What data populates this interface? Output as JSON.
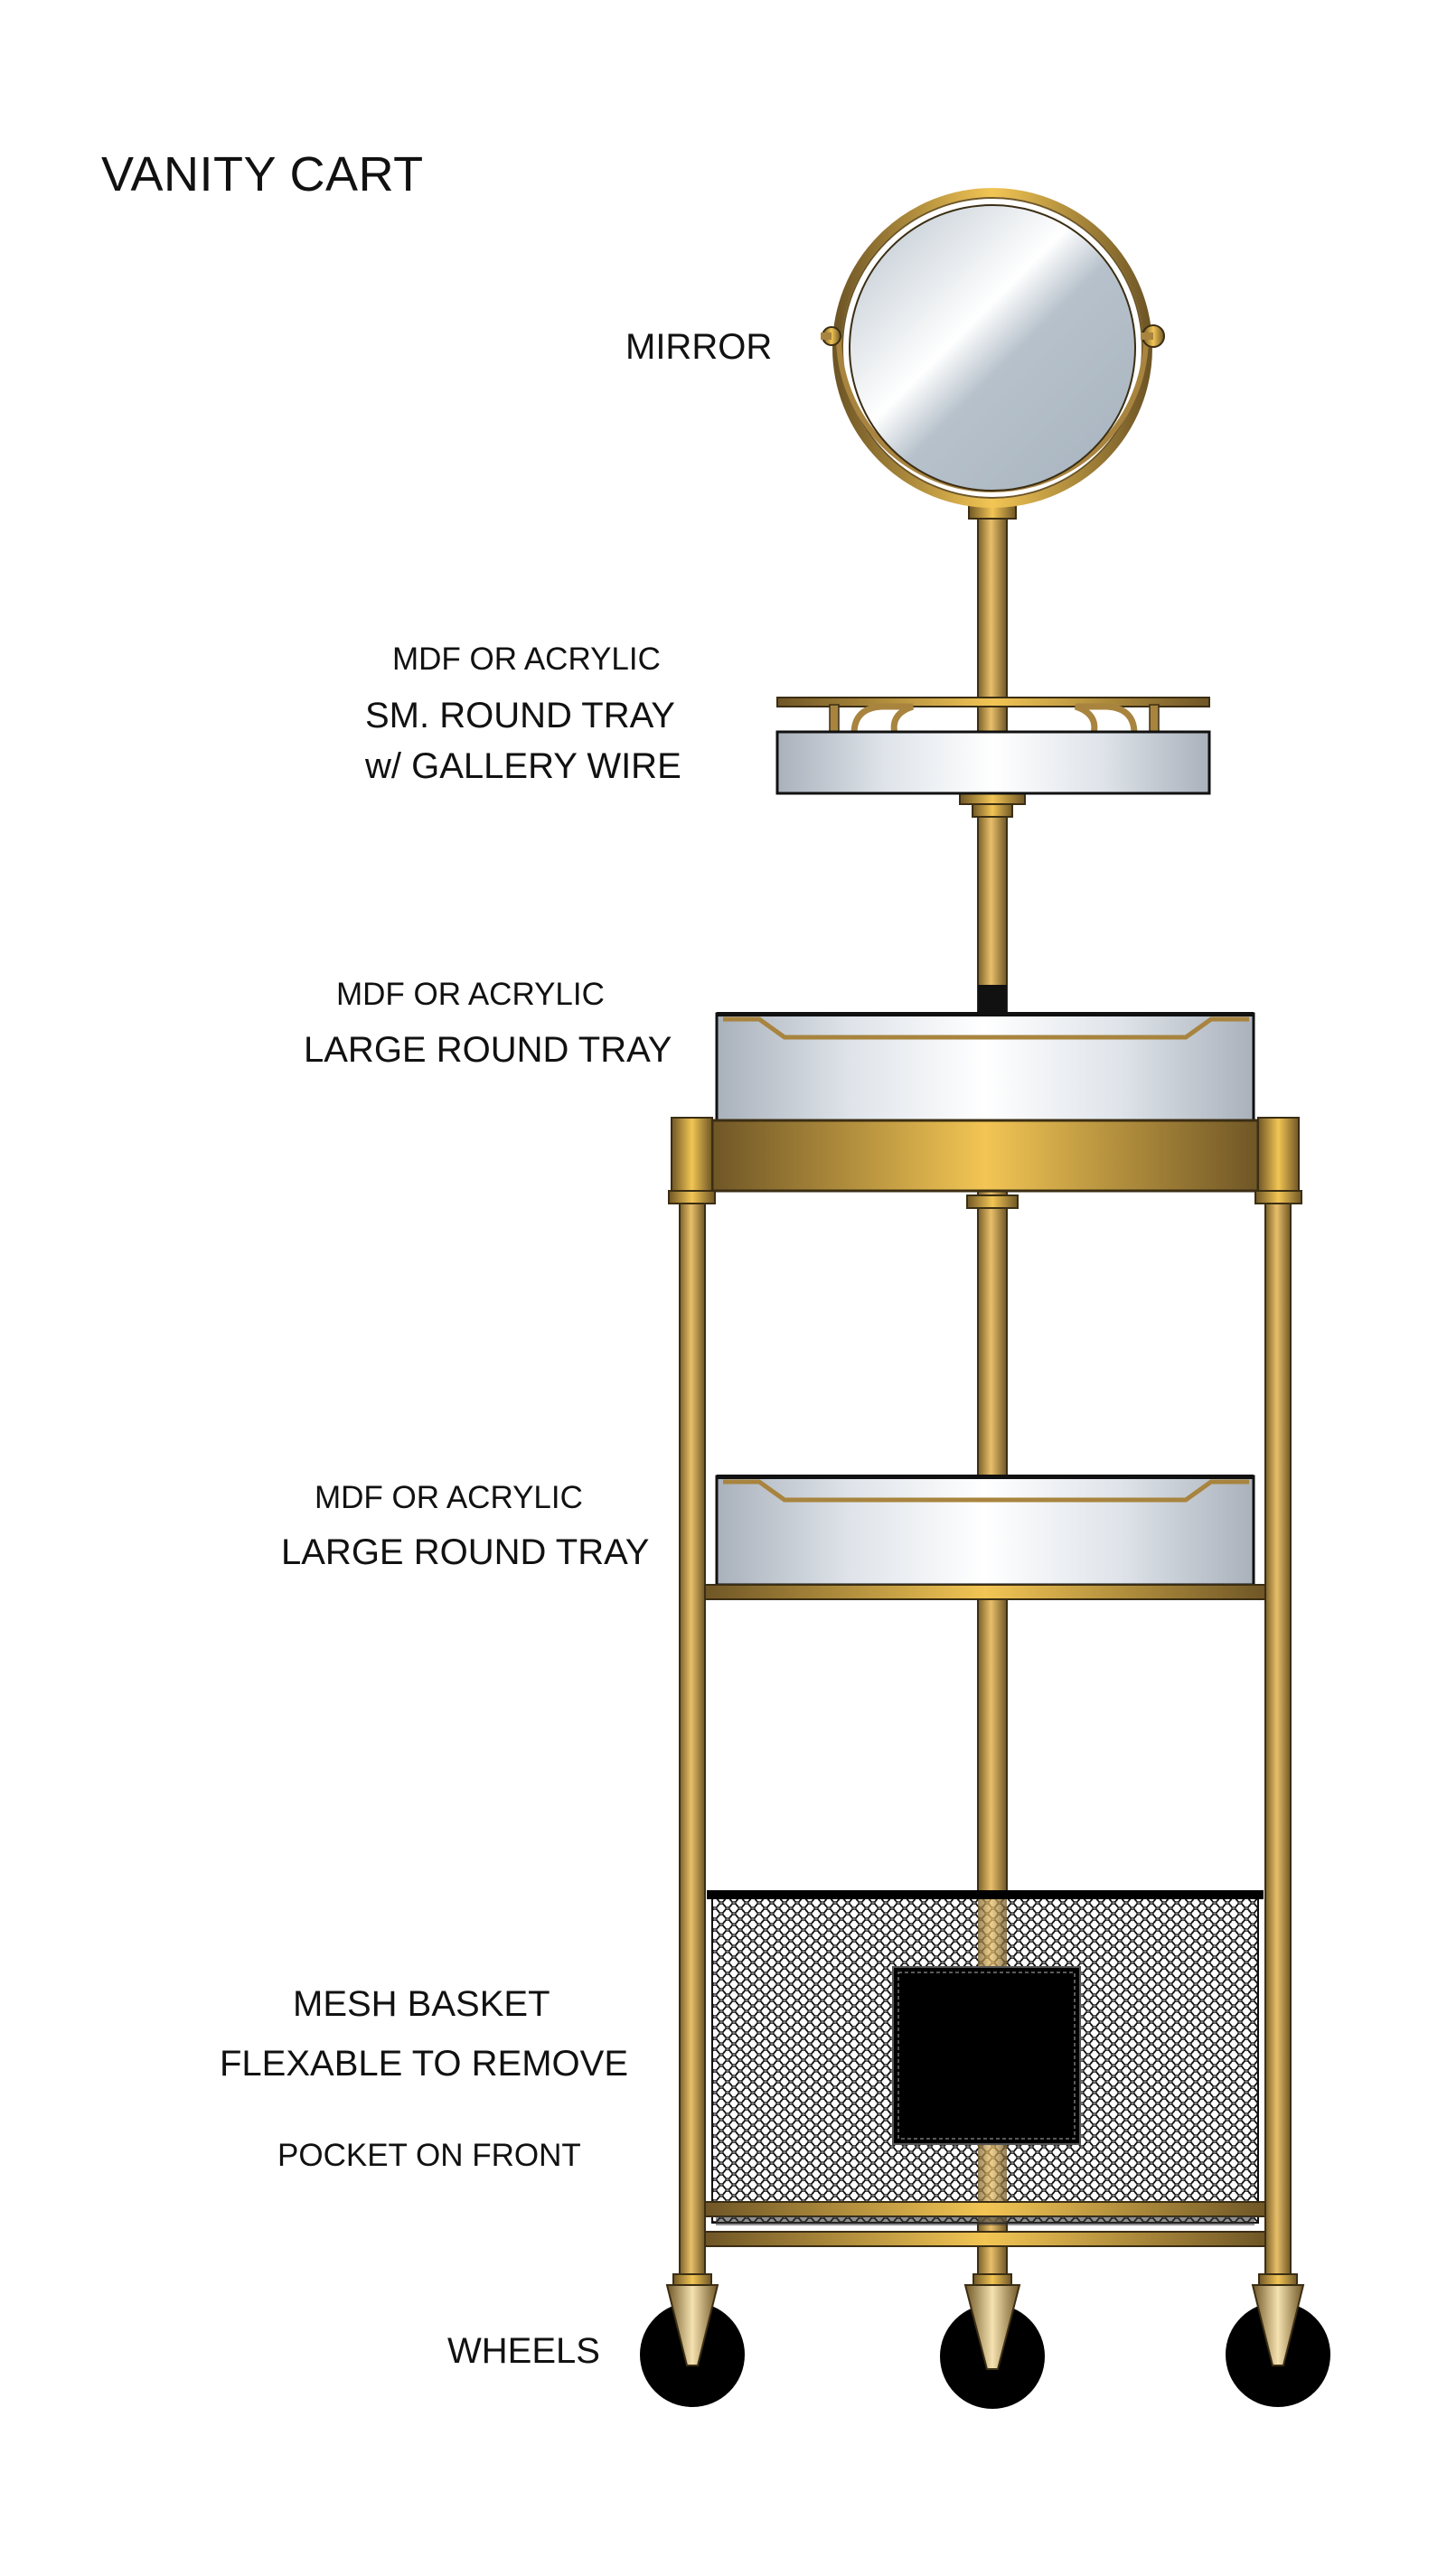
{
  "title": "VANITY CART",
  "labels": {
    "mirror": "MIRROR",
    "sm_tray_material": "MDF OR ACRYLIC",
    "sm_tray_line1": "SM. ROUND TRAY",
    "sm_tray_line2": "w/ GALLERY WIRE",
    "large_tray1_material": "MDF OR ACRYLIC",
    "large_tray1_name": "LARGE ROUND TRAY",
    "large_tray2_material": "MDF OR ACRYLIC",
    "large_tray2_name": "LARGE ROUND TRAY",
    "mesh_line1": "MESH BASKET",
    "mesh_line2": "FLEXABLE TO REMOVE",
    "pocket": "POCKET ON FRONT",
    "wheels": "WHEELS"
  },
  "colors": {
    "brass_dark": "#6f5626",
    "brass_mid": "#a8843f",
    "brass_light": "#f2c554",
    "mirror_glass": "#b6c1cb",
    "tray_light": "#ffffff",
    "tray_grey": "#a9b1bb",
    "wheel": "#000000",
    "pocket": "#000000"
  }
}
